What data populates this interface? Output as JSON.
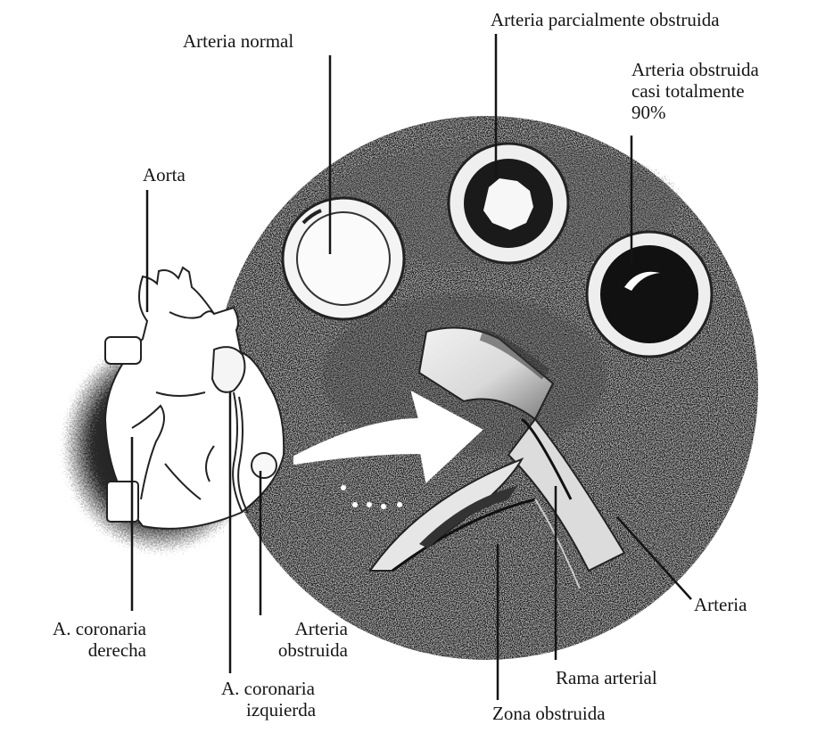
{
  "labels": {
    "arteria_normal": "Arteria normal",
    "arteria_parcial": "Arteria parcialmente obstruida",
    "arteria_obstruida_90": [
      "Arteria obstruida",
      "casi totalmente",
      "90%"
    ],
    "aorta": "Aorta",
    "coronaria_derecha": [
      "A. coronaria",
      "derecha"
    ],
    "arteria_obstruida": [
      "Arteria",
      "obstruida"
    ],
    "coronaria_izquierda": [
      "A. coronaria",
      "izquierda"
    ],
    "zona_obstruida": "Zona obstruida",
    "rama_arterial": "Rama arterial",
    "arteria": "Arteria"
  },
  "colors": {
    "ink": "#151515",
    "disc": "#141414",
    "paper": "#ffffff"
  }
}
